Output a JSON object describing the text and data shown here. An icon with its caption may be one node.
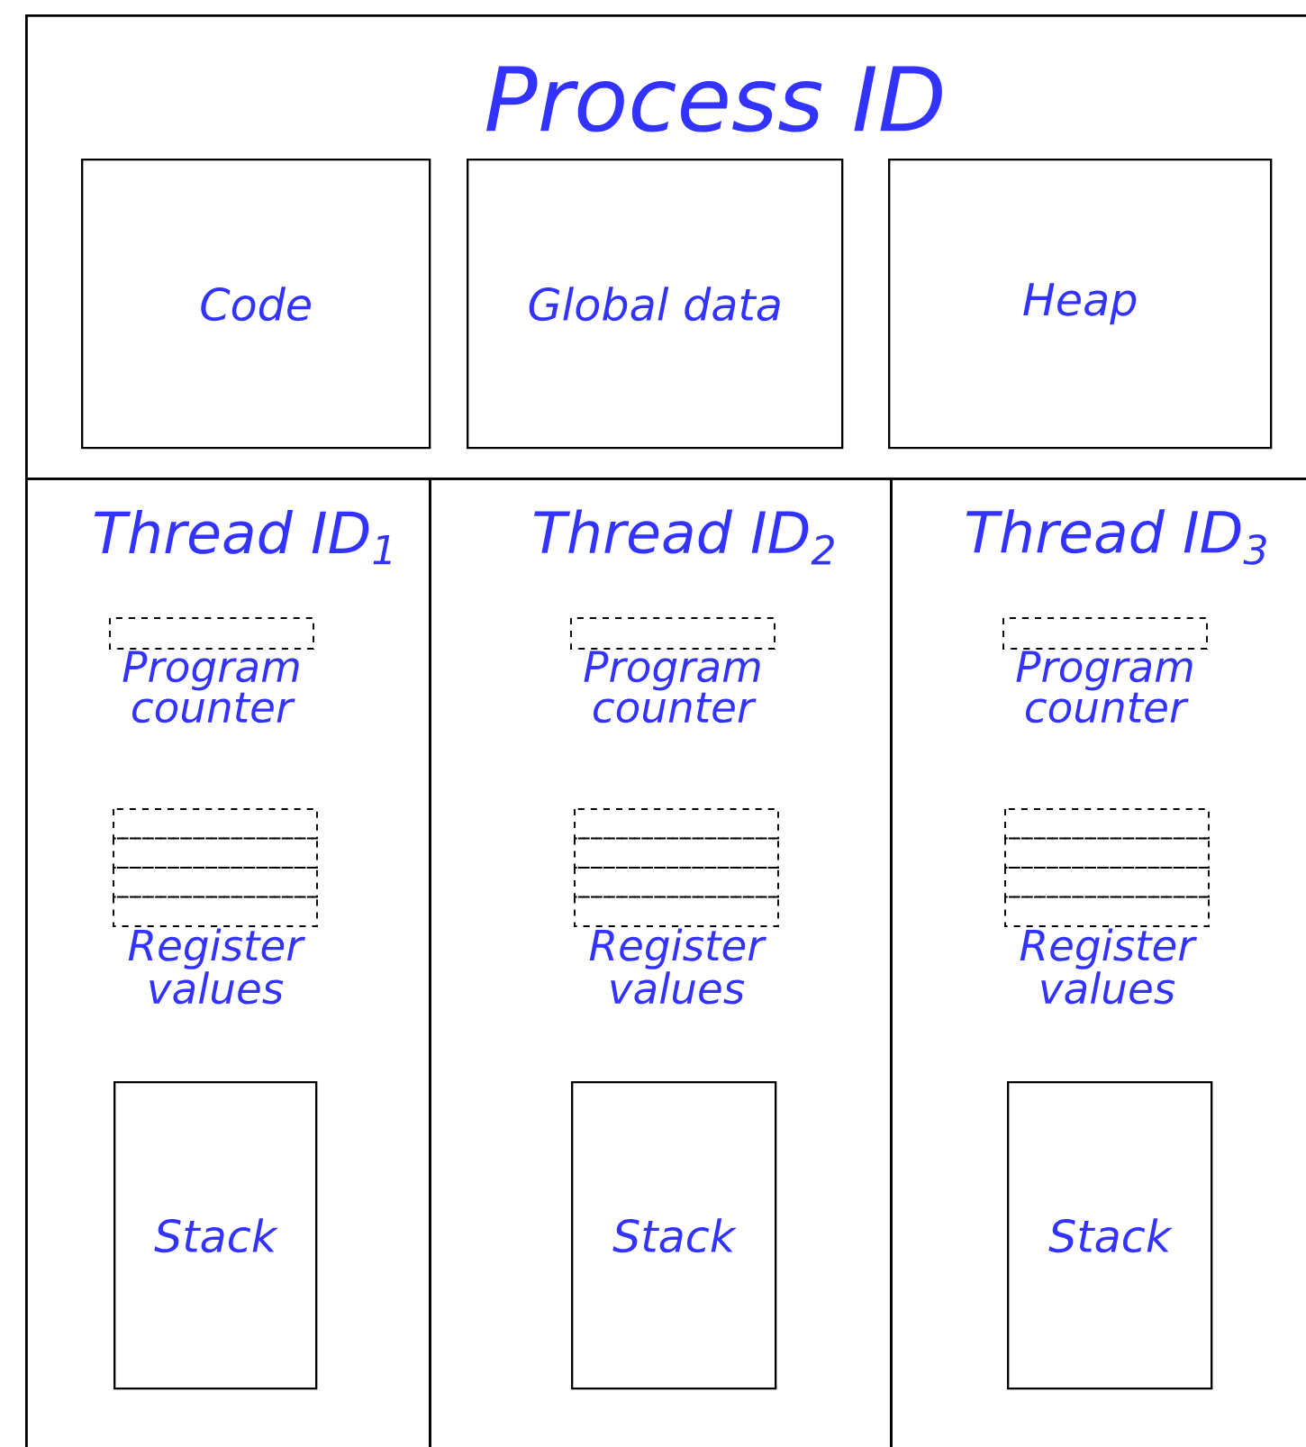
{
  "diagram": {
    "nodes": [
      {
        "text": [
          "Process ID"
        ]
      },
      {
        "text": [
          "Code"
        ],
        "in": 0
      },
      {
        "text": [
          "Global data"
        ],
        "in": 0
      },
      {
        "text": [
          "Heap"
        ],
        "in": 0
      },
      {
        "text": [
          "Thread ID$_{1}$"
        ]
      },
      {
        "text": [
          "Program counter"
        ],
        "in": 4
      },
      {
        "text": [
          "Register values"
        ],
        "in": 4
      },
      {
        "text": [
          "Stack"
        ],
        "in": 4
      },
      {
        "text": [
          "Thread ID$_{2}$"
        ]
      },
      {
        "text": [
          "Program counter"
        ],
        "in": 8
      },
      {
        "text": [
          "Register values"
        ],
        "in": 8
      },
      {
        "text": [
          "Stack"
        ],
        "in": 8
      },
      {
        "text": [
          "Thread ID$_{3}$"
        ]
      },
      {
        "text": [
          "Program counter"
        ],
        "in": 12
      },
      {
        "text": [
          "Register values"
        ],
        "in": 12
      },
      {
        "text": [
          "Stack"
        ],
        "in": 12
      }
    ]
  }
}
